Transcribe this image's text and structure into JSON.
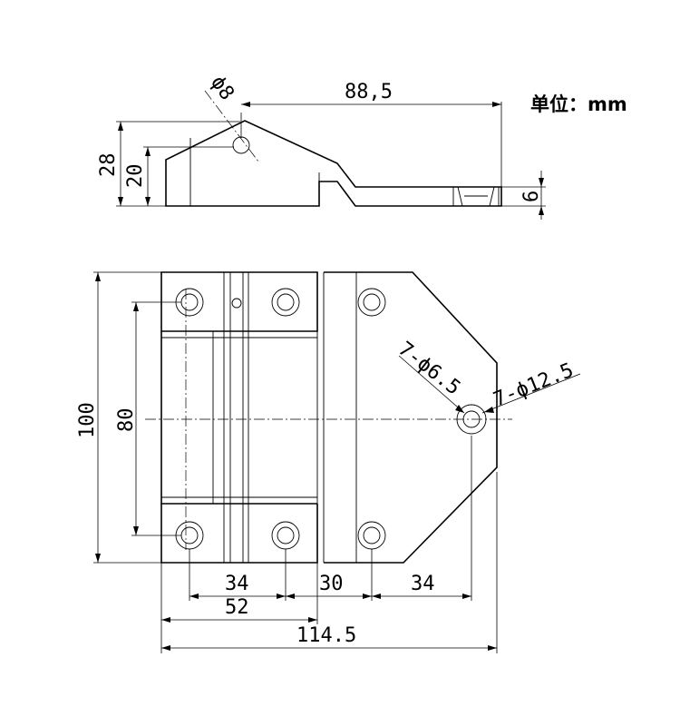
{
  "unit_label": "单位：mm",
  "side_view": {
    "hole_dia": "ϕ8",
    "length": "88,5",
    "height_total": "28",
    "height_body": "20",
    "plate_thickness": "6"
  },
  "front_view": {
    "height_total": "100",
    "hole_spacing_v": "80",
    "hole_spacing_left": "34",
    "gap_middle": "30",
    "hole_spacing_right": "34",
    "width_left_leaf": "52",
    "width_total": "114.5",
    "small_hole_callout": "7-ϕ6.5",
    "counterbore_callout": "7-ϕ12.5"
  }
}
